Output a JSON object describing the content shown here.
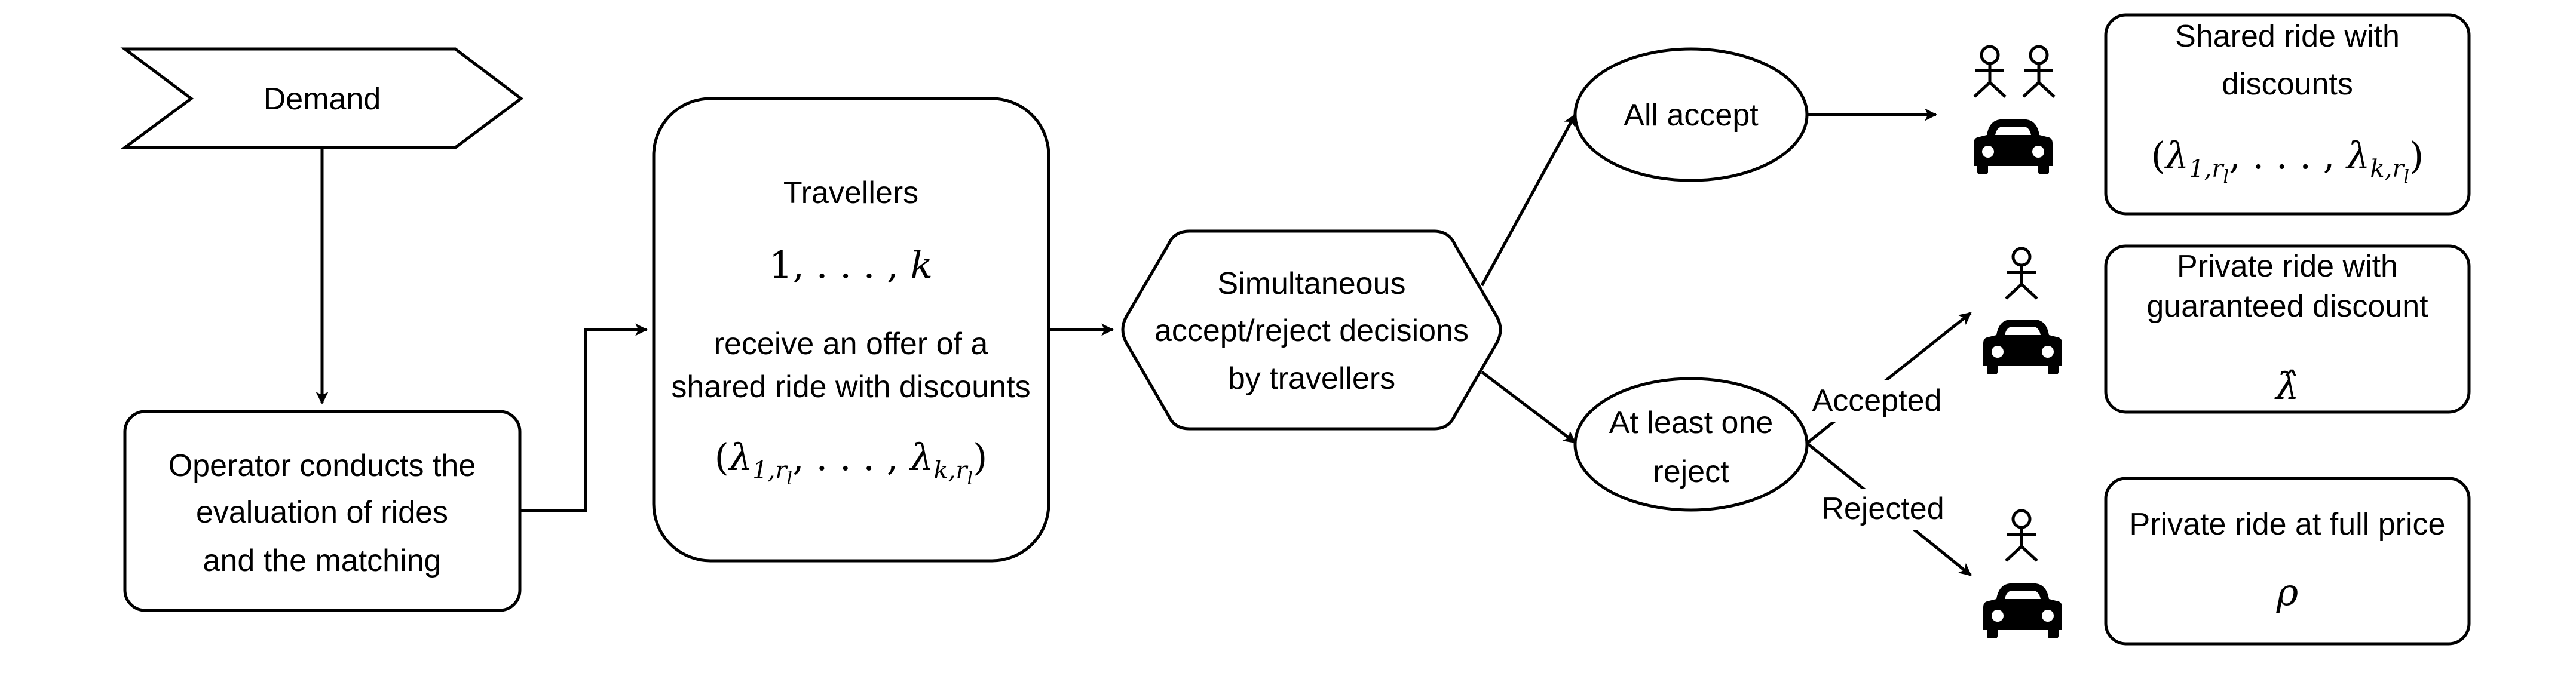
{
  "nodes": {
    "demand": "Demand",
    "operator": [
      "Operator conducts the",
      "evaluation of rides",
      "and the matching"
    ],
    "travellers": {
      "title": "Travellers",
      "range": "1, . . . , k",
      "offer": [
        "receive an offer of a",
        "shared ride with discounts"
      ],
      "discounts": "(λ1,rl, . . . , λk,rl)"
    },
    "decision": [
      "Simultaneous",
      "accept/reject decisions",
      "by travellers"
    ],
    "all_accept": "All accept",
    "at_least_one_reject": [
      "At least one",
      "reject"
    ]
  },
  "edges": {
    "accepted": "Accepted",
    "rejected": "Rejected"
  },
  "outcomes": {
    "shared": {
      "title": [
        "Shared ride with",
        "discounts"
      ],
      "formula": "(λ1,rl, . . . , λk,rl)"
    },
    "private_discount": {
      "title": [
        "Private ride with",
        "guaranteed discount"
      ],
      "formula": "λ̂"
    },
    "private_full": {
      "title": [
        "Private ride at full price"
      ],
      "formula": "ρ"
    }
  }
}
